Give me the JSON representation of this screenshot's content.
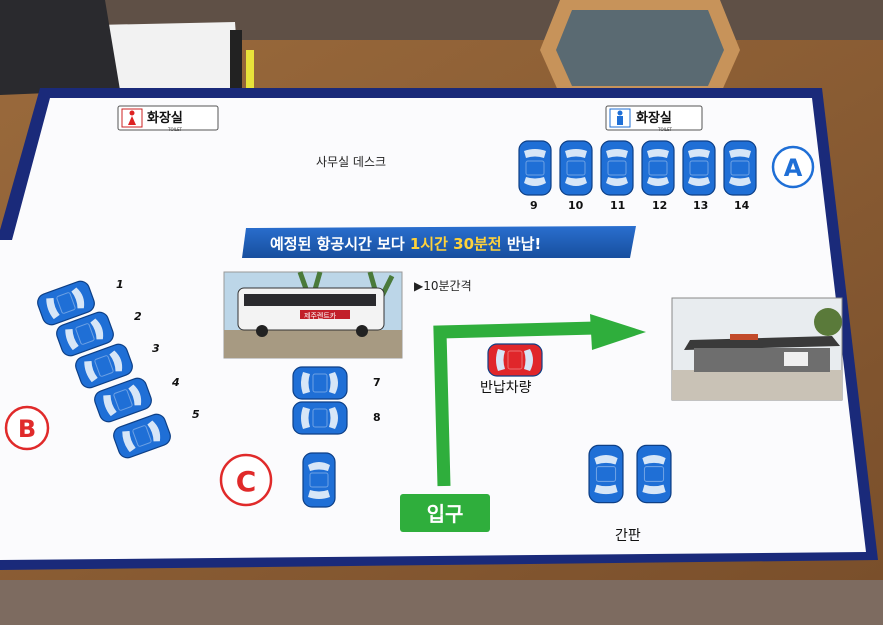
{
  "board": {
    "toilet_left": {
      "label": "화장실",
      "sub": "TOILET"
    },
    "toilet_right": {
      "label": "화장실",
      "sub": "TOILET"
    },
    "office_desk": "사무실 데스크",
    "banner": {
      "part1": "예정된 항공시간 보다 ",
      "highlight": "1시간 30분전",
      "part2": " 반납!"
    },
    "shuttle_interval": "▶10분간격",
    "bus_sign": "제주렌트카",
    "return_car": "반납차량",
    "entrance": "입구",
    "signboard": "간판",
    "zones": {
      "a": "A",
      "b": "B",
      "c": "C"
    },
    "spots_a": [
      "9",
      "10",
      "11",
      "12",
      "13",
      "14"
    ],
    "spots_b": [
      "1",
      "2",
      "3",
      "4",
      "5"
    ],
    "spots_c": [
      "7",
      "8"
    ]
  },
  "colors": {
    "board_border": "#1a2a7a",
    "car_blue": "#1f6fd6",
    "car_red": "#e0262a",
    "arrow_green": "#2fae3c",
    "zone_red": "#e02a2a",
    "zone_blue": "#1f6fd6",
    "banner_bg": "#1f5fb8",
    "banner_highlight": "#ffd23a"
  }
}
